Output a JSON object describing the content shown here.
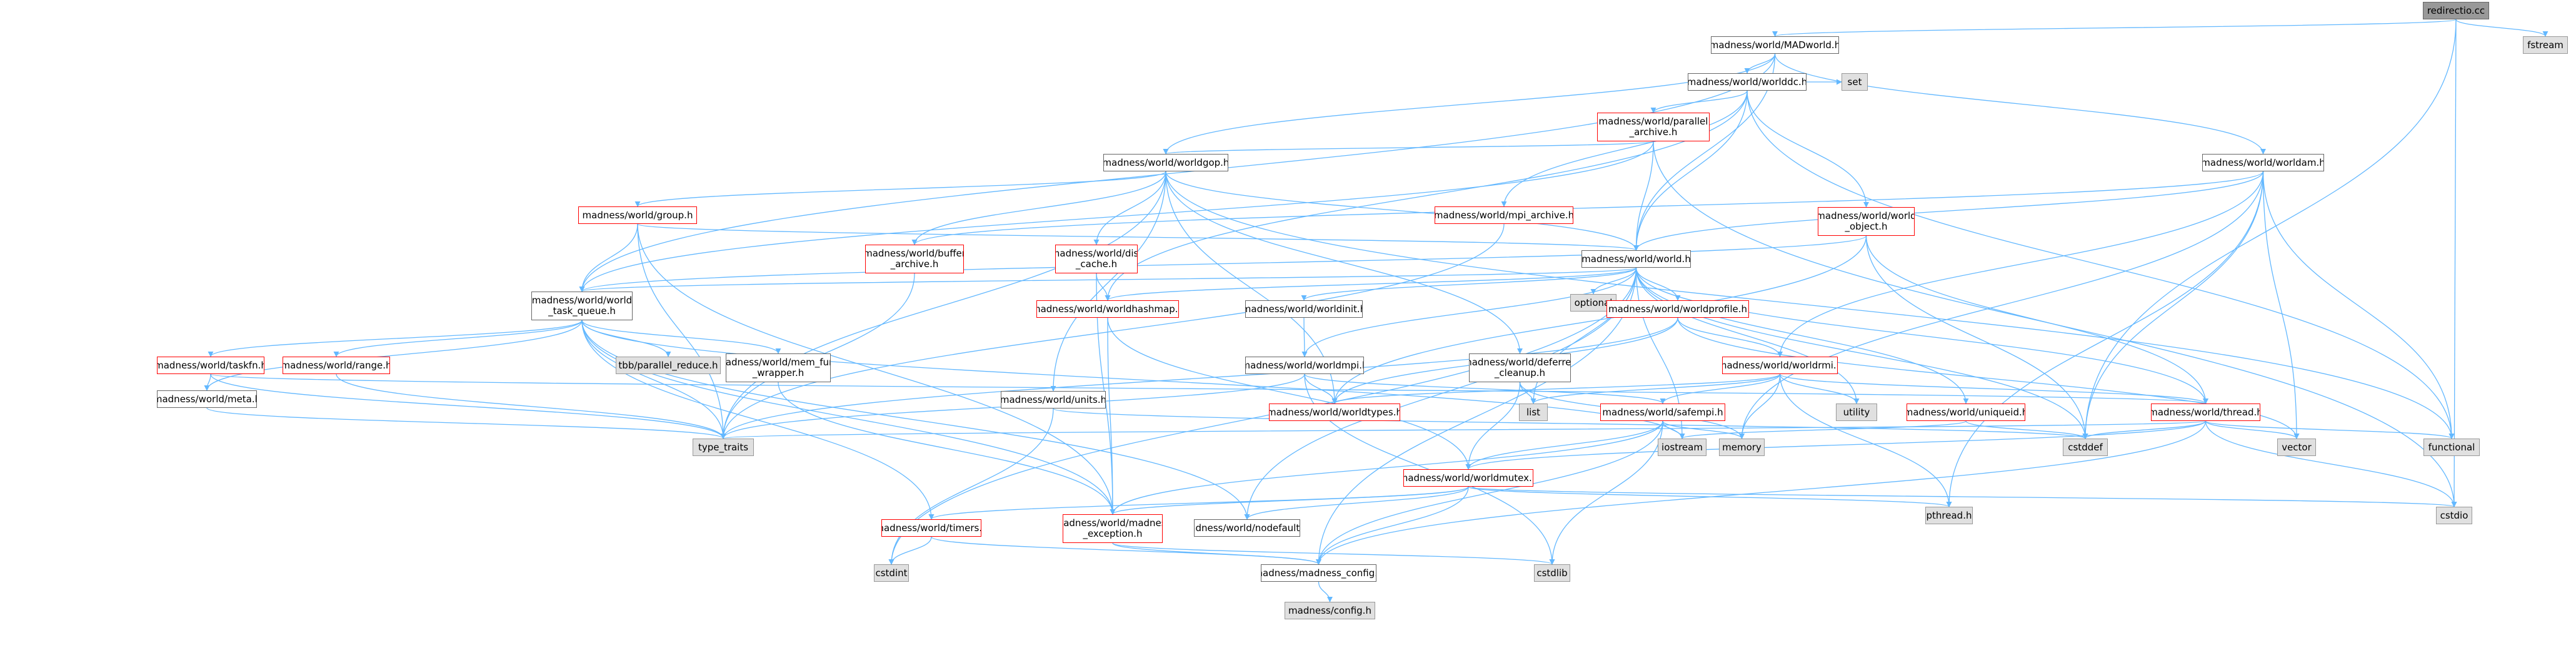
{
  "diagram": {
    "edge_color": "#63b8ff",
    "nodes": [
      {
        "id": "root",
        "label": "redirectio.cc",
        "style": "root"
      },
      {
        "id": "fstream",
        "label": "fstream",
        "style": "grey"
      },
      {
        "id": "madworld",
        "label": "madness/world/MADworld.h",
        "style": "plain"
      },
      {
        "id": "worlddc",
        "label": "madness/world/worlddc.h",
        "style": "plain"
      },
      {
        "id": "set",
        "label": "set",
        "style": "grey"
      },
      {
        "id": "parallel",
        "label": "madness/world/parallel\n_archive.h",
        "style": "red"
      },
      {
        "id": "worldgop",
        "label": "madness/world/worldgop.h",
        "style": "plain"
      },
      {
        "id": "worldam",
        "label": "madness/world/worldam.h",
        "style": "plain"
      },
      {
        "id": "group",
        "label": "madness/world/group.h",
        "style": "red"
      },
      {
        "id": "mpiarchive",
        "label": "madness/world/mpi_archive.h",
        "style": "red"
      },
      {
        "id": "worldh",
        "label": "madness/world/world.h",
        "style": "plain"
      },
      {
        "id": "worldobject",
        "label": "madness/world/world\n_object.h",
        "style": "red"
      },
      {
        "id": "buffer",
        "label": "madness/world/buffer\n_archive.h",
        "style": "red"
      },
      {
        "id": "distcache",
        "label": "madness/world/dist\n_cache.h",
        "style": "red"
      },
      {
        "id": "optional",
        "label": "optional",
        "style": "grey"
      },
      {
        "id": "taskqueue",
        "label": "madness/world/world\n_task_queue.h",
        "style": "plain"
      },
      {
        "id": "hashmap",
        "label": "madness/world/worldhashmap.h",
        "style": "red"
      },
      {
        "id": "worldinit",
        "label": "madness/world/worldinit.h",
        "style": "plain"
      },
      {
        "id": "worldprofile",
        "label": "madness/world/worldprofile.h",
        "style": "red"
      },
      {
        "id": "tbb",
        "label": "tbb/parallel_reduce.h",
        "style": "grey"
      },
      {
        "id": "taskfn",
        "label": "madness/world/taskfn.h",
        "style": "red"
      },
      {
        "id": "range",
        "label": "madness/world/range.h",
        "style": "red"
      },
      {
        "id": "memfun",
        "label": "madness/world/mem_func\n_wrapper.h",
        "style": "plain"
      },
      {
        "id": "worldmpi",
        "label": "madness/world/worldmpi.h",
        "style": "plain"
      },
      {
        "id": "deferred",
        "label": "madness/world/deferred\n_cleanup.h",
        "style": "plain"
      },
      {
        "id": "worldrmi",
        "label": "madness/world/worldrmi.h",
        "style": "red"
      },
      {
        "id": "meta",
        "label": "madness/world/meta.h",
        "style": "plain"
      },
      {
        "id": "units",
        "label": "madness/world/units.h",
        "style": "plain"
      },
      {
        "id": "worldtypes",
        "label": "madness/world/worldtypes.h",
        "style": "red"
      },
      {
        "id": "list",
        "label": "list",
        "style": "grey"
      },
      {
        "id": "safempi",
        "label": "madness/world/safempi.h",
        "style": "red"
      },
      {
        "id": "utility",
        "label": "utility",
        "style": "grey"
      },
      {
        "id": "uniqueid",
        "label": "madness/world/uniqueid.h",
        "style": "red"
      },
      {
        "id": "thread",
        "label": "madness/world/thread.h",
        "style": "red"
      },
      {
        "id": "typetraits",
        "label": "type_traits",
        "style": "grey"
      },
      {
        "id": "iostream",
        "label": "iostream",
        "style": "grey"
      },
      {
        "id": "memory",
        "label": "memory",
        "style": "grey"
      },
      {
        "id": "cstddef",
        "label": "cstddef",
        "style": "grey"
      },
      {
        "id": "vector",
        "label": "vector",
        "style": "grey"
      },
      {
        "id": "functional",
        "label": "functional",
        "style": "grey"
      },
      {
        "id": "worldmutex",
        "label": "madness/world/worldmutex.h",
        "style": "red"
      },
      {
        "id": "pthread",
        "label": "pthread.h",
        "style": "grey"
      },
      {
        "id": "cstdio",
        "label": "cstdio",
        "style": "grey"
      },
      {
        "id": "timers",
        "label": "madness/world/timers.h",
        "style": "red"
      },
      {
        "id": "madexception",
        "label": "madness/world/madness\n_exception.h",
        "style": "red"
      },
      {
        "id": "nodefaults",
        "label": "madness/world/nodefaults.h",
        "style": "plain"
      },
      {
        "id": "cstdint",
        "label": "cstdint",
        "style": "grey"
      },
      {
        "id": "madconfig",
        "label": "madness/madness_config.h",
        "style": "plain"
      },
      {
        "id": "cstdlib",
        "label": "cstdlib",
        "style": "grey"
      },
      {
        "id": "config",
        "label": "madness/config.h",
        "style": "grey"
      }
    ],
    "edges": [
      [
        "root",
        "madworld"
      ],
      [
        "root",
        "fstream"
      ],
      [
        "root",
        "cstddef"
      ],
      [
        "root",
        "cstdio"
      ],
      [
        "madworld",
        "worlddc"
      ],
      [
        "madworld",
        "worldgop"
      ],
      [
        "madworld",
        "worldam"
      ],
      [
        "madworld",
        "worldh"
      ],
      [
        "madworld",
        "taskqueue"
      ],
      [
        "worlddc",
        "set"
      ],
      [
        "worlddc",
        "parallel"
      ],
      [
        "worlddc",
        "worldh"
      ],
      [
        "worlddc",
        "mpiarchive"
      ],
      [
        "worlddc",
        "worldobject"
      ],
      [
        "worlddc",
        "hashmap"
      ],
      [
        "worlddc",
        "functional"
      ],
      [
        "parallel",
        "worldgop"
      ],
      [
        "parallel",
        "worldh"
      ],
      [
        "parallel",
        "taskqueue"
      ],
      [
        "parallel",
        "cstdio"
      ],
      [
        "worldgop",
        "group"
      ],
      [
        "worldgop",
        "worldh"
      ],
      [
        "worldgop",
        "distcache"
      ],
      [
        "worldgop",
        "buffer"
      ],
      [
        "worldgop",
        "units"
      ],
      [
        "worldgop",
        "deferred"
      ],
      [
        "worldgop",
        "worldtypes"
      ],
      [
        "worldgop",
        "typetraits"
      ],
      [
        "worldgop",
        "functional"
      ],
      [
        "worldam",
        "worldh"
      ],
      [
        "worldam",
        "worldrmi"
      ],
      [
        "worldam",
        "buffer"
      ],
      [
        "worldam",
        "functional"
      ],
      [
        "worldam",
        "vector"
      ],
      [
        "worldam",
        "cstddef"
      ],
      [
        "worldam",
        "pthread"
      ],
      [
        "worldam",
        "memory"
      ],
      [
        "group",
        "worldh"
      ],
      [
        "group",
        "taskqueue"
      ],
      [
        "group",
        "typetraits"
      ],
      [
        "group",
        "madexception"
      ],
      [
        "mpiarchive",
        "typetraits"
      ],
      [
        "worldh",
        "optional"
      ],
      [
        "worldh",
        "taskqueue"
      ],
      [
        "worldh",
        "hashmap"
      ],
      [
        "worldh",
        "worldinit"
      ],
      [
        "worldh",
        "worldprofile"
      ],
      [
        "worldh",
        "worldmpi"
      ],
      [
        "worldh",
        "thread"
      ],
      [
        "worldh",
        "uniqueid"
      ],
      [
        "worldh",
        "utility"
      ],
      [
        "worldh",
        "list"
      ],
      [
        "worldh",
        "iostream"
      ],
      [
        "worldh",
        "cstddef"
      ],
      [
        "worldh",
        "cstdint"
      ],
      [
        "worldh",
        "madconfig"
      ],
      [
        "worldh",
        "nodefaults"
      ],
      [
        "worldobject",
        "taskqueue"
      ],
      [
        "worldobject",
        "thread"
      ],
      [
        "worldobject",
        "worldtypes"
      ],
      [
        "worldobject",
        "cstddef"
      ],
      [
        "buffer",
        "typetraits"
      ],
      [
        "distcache",
        "hashmap"
      ],
      [
        "distcache",
        "madexception"
      ],
      [
        "taskqueue",
        "tbb"
      ],
      [
        "taskqueue",
        "taskfn"
      ],
      [
        "taskqueue",
        "range"
      ],
      [
        "taskqueue",
        "memfun"
      ],
      [
        "taskqueue",
        "meta"
      ],
      [
        "taskqueue",
        "typetraits"
      ],
      [
        "taskqueue",
        "iostream"
      ],
      [
        "taskqueue",
        "madexception"
      ],
      [
        "taskqueue",
        "nodefaults"
      ],
      [
        "taskqueue",
        "timers"
      ],
      [
        "hashmap",
        "madexception"
      ],
      [
        "hashmap",
        "worldmutex"
      ],
      [
        "worldinit",
        "worldmpi"
      ],
      [
        "worldprofile",
        "worldrmi"
      ],
      [
        "worldprofile",
        "worldtypes"
      ],
      [
        "worldprofile",
        "typetraits"
      ],
      [
        "worldprofile",
        "vector"
      ],
      [
        "taskfn",
        "meta"
      ],
      [
        "taskfn",
        "typetraits"
      ],
      [
        "taskfn",
        "thread"
      ],
      [
        "range",
        "typetraits"
      ],
      [
        "memfun",
        "madexception"
      ],
      [
        "worldmpi",
        "worldtypes"
      ],
      [
        "worldmpi",
        "safempi"
      ],
      [
        "worldmpi",
        "typetraits"
      ],
      [
        "worldmpi",
        "cstdlib"
      ],
      [
        "deferred",
        "list"
      ],
      [
        "deferred",
        "memory"
      ],
      [
        "deferred",
        "worldmutex"
      ],
      [
        "worldrmi",
        "safempi"
      ],
      [
        "worldrmi",
        "thread"
      ],
      [
        "worldrmi",
        "utility"
      ],
      [
        "worldrmi",
        "list"
      ],
      [
        "worldrmi",
        "memory"
      ],
      [
        "worldrmi",
        "pthread"
      ],
      [
        "worldrmi",
        "worldtypes"
      ],
      [
        "meta",
        "typetraits"
      ],
      [
        "units",
        "cstdint"
      ],
      [
        "units",
        "cstddef"
      ],
      [
        "safempi",
        "worldmutex"
      ],
      [
        "safempi",
        "madexception"
      ],
      [
        "safempi",
        "iostream"
      ],
      [
        "safempi",
        "memory"
      ],
      [
        "safempi",
        "cstdlib"
      ],
      [
        "safempi",
        "madconfig"
      ],
      [
        "uniqueid",
        "cstddef"
      ],
      [
        "uniqueid",
        "iostream"
      ],
      [
        "thread",
        "worldmutex"
      ],
      [
        "thread",
        "cstddef"
      ],
      [
        "thread",
        "vector"
      ],
      [
        "thread",
        "functional"
      ],
      [
        "thread",
        "cstdio"
      ],
      [
        "thread",
        "madconfig"
      ],
      [
        "thread",
        "typetraits"
      ],
      [
        "worldmutex",
        "pthread"
      ],
      [
        "worldmutex",
        "madconfig"
      ],
      [
        "worldmutex",
        "timers"
      ],
      [
        "worldmutex",
        "madexception"
      ],
      [
        "worldmutex",
        "nodefaults"
      ],
      [
        "worldmutex",
        "cstdio"
      ],
      [
        "timers",
        "madconfig"
      ],
      [
        "timers",
        "cstdint"
      ],
      [
        "madexception",
        "madconfig"
      ],
      [
        "madexception",
        "cstdlib"
      ],
      [
        "madconfig",
        "config"
      ]
    ]
  }
}
